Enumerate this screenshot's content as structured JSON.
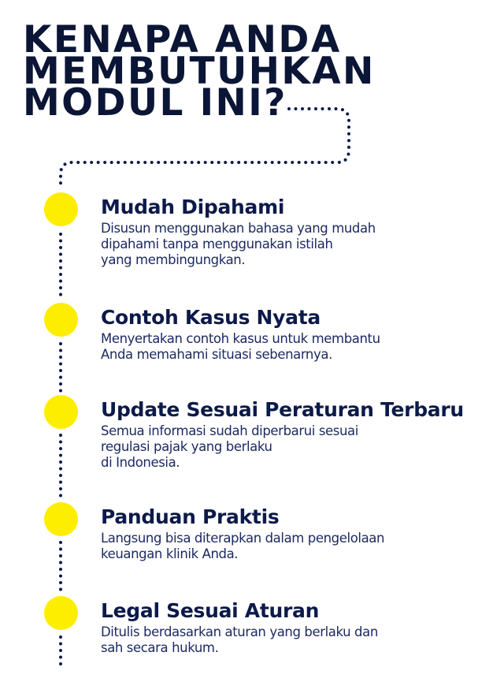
{
  "title": {
    "lines": [
      "KENAPA ANDA",
      "MEMBUTUHKAN",
      "MODUL INI?"
    ]
  },
  "colors": {
    "title": "#0b1535",
    "heading": "#0c1a4a",
    "body": "#1d2a63",
    "bullet": "#fdee00",
    "dots": "#0c1a4a",
    "background": "#ffffff"
  },
  "items": [
    {
      "heading": "Mudah Dipahami",
      "lines": [
        "Disusun menggunakan bahasa yang mudah",
        "dipahami tanpa menggunakan istilah",
        "yang membingungkan."
      ]
    },
    {
      "heading": "Contoh Kasus Nyata",
      "lines": [
        "Menyertakan contoh kasus untuk membantu",
        "Anda memahami situasi sebenarnya."
      ]
    },
    {
      "heading": "Update Sesuai Peraturan Terbaru",
      "lines": [
        "Semua informasi sudah diperbarui sesuai",
        "regulasi pajak yang berlaku",
        "di Indonesia."
      ]
    },
    {
      "heading": "Panduan Praktis",
      "lines": [
        "Langsung bisa diterapkan dalam pengelolaan",
        "keuangan klinik Anda."
      ]
    },
    {
      "heading": "Legal Sesuai Aturan",
      "lines": [
        "Ditulis berdasarkan aturan yang berlaku dan",
        "sah secara hukum."
      ]
    }
  ],
  "icons": {
    "bullet": "yellow-circle",
    "connector": "dotted-line"
  }
}
